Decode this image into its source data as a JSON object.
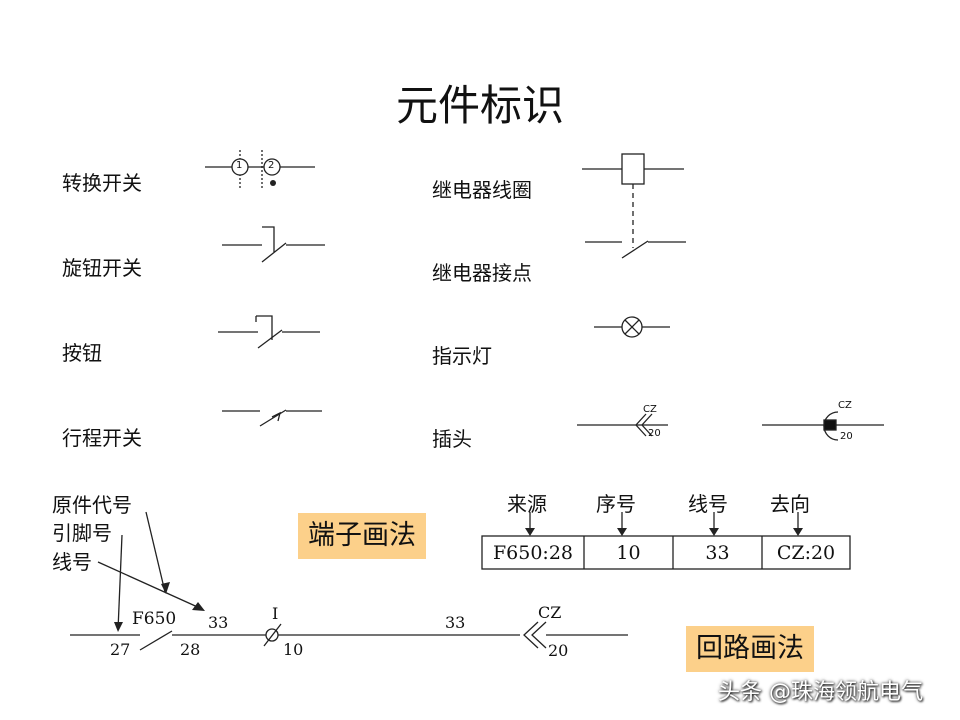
{
  "title": "元件标识",
  "left_components": [
    {
      "label": "转换开关",
      "icon": "selector-switch-icon",
      "marks": [
        "1",
        "2"
      ]
    },
    {
      "label": "旋钮开关",
      "icon": "rotary-switch-icon"
    },
    {
      "label": "按钮",
      "icon": "push-button-icon"
    },
    {
      "label": "行程开关",
      "icon": "limit-switch-icon"
    }
  ],
  "right_components": [
    {
      "label": "继电器线圈",
      "icon": "relay-coil-icon"
    },
    {
      "label": "继电器接点",
      "icon": "relay-contact-icon"
    },
    {
      "label": "指示灯",
      "icon": "indicator-lamp-icon"
    },
    {
      "label": "插头",
      "icon": "plug-icon"
    }
  ],
  "plug_labels": {
    "a_top": "CZ",
    "a_bottom": "20",
    "b_top": "CZ",
    "b_bottom": "20"
  },
  "terminal": {
    "heading": "端子画法",
    "headers": [
      "来源",
      "序号",
      "线号",
      "去向"
    ],
    "cells": [
      "F650:28",
      "10",
      "33",
      "CZ:20"
    ]
  },
  "callouts": [
    "原件代号",
    "引脚号",
    "线号"
  ],
  "circuit": {
    "heading": "回路画法",
    "device": "F650",
    "pin_left": "27",
    "pin_right": "28",
    "wire_a": "33",
    "node_label": "I",
    "node_num": "10",
    "wire_b": "33",
    "plug_top": "CZ",
    "plug_num": "20"
  },
  "watermark": "头条 @珠海领航电气",
  "colors": {
    "highlight": "#fcd08a",
    "line": "#222222"
  }
}
